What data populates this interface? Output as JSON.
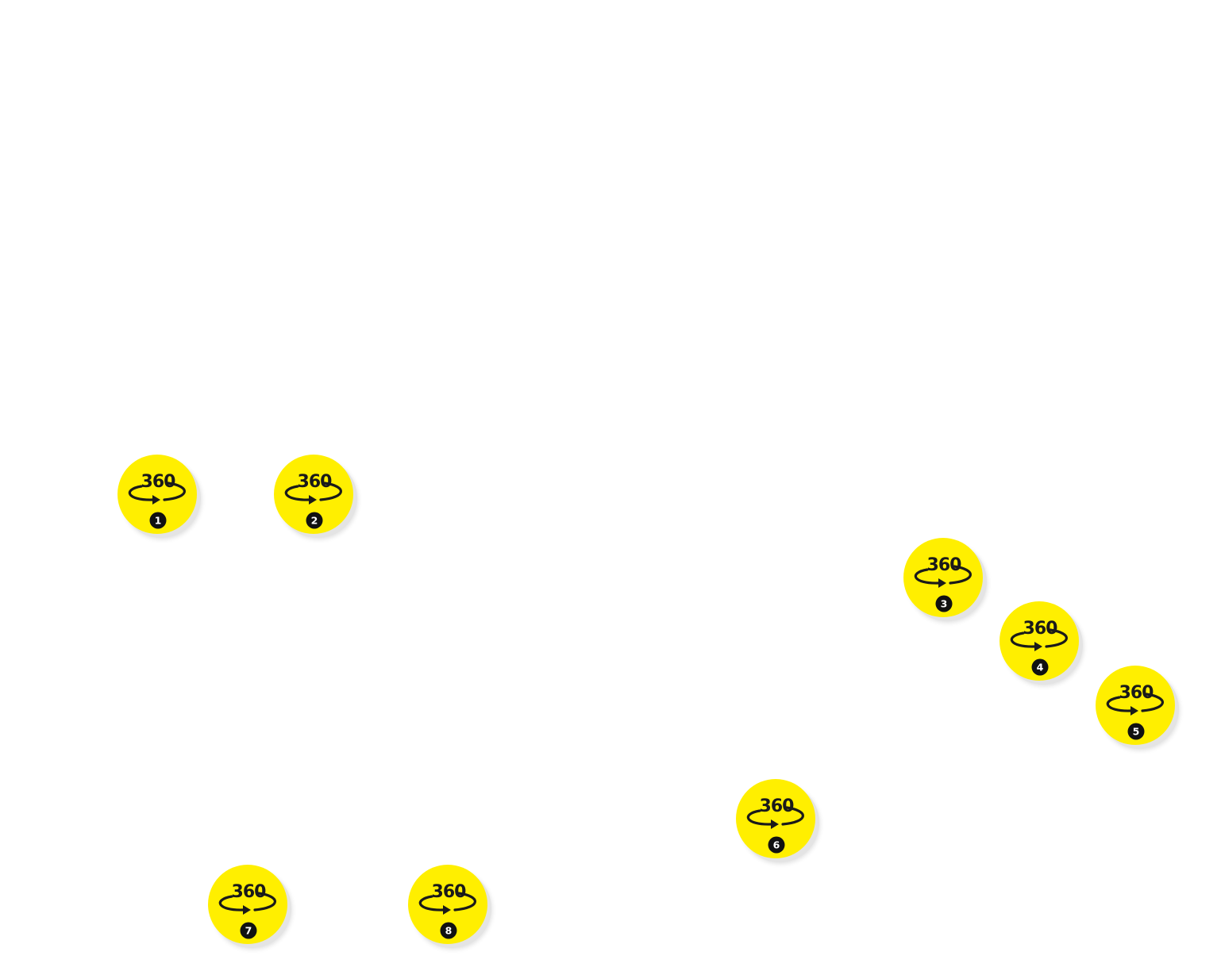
{
  "hotspots": [
    {
      "label": "360",
      "number": "1"
    },
    {
      "label": "360",
      "number": "2"
    },
    {
      "label": "360",
      "number": "3"
    },
    {
      "label": "360",
      "number": "4"
    },
    {
      "label": "360",
      "number": "5"
    },
    {
      "label": "360",
      "number": "6"
    },
    {
      "label": "360",
      "number": "7"
    },
    {
      "label": "360",
      "number": "8"
    }
  ],
  "colors": {
    "hotspot_fill": "#ffef00",
    "icon_ink": "#1a1a1a",
    "background": "#ffffff"
  },
  "icons": {
    "hotspot_icon": "rotate-360-icon"
  }
}
